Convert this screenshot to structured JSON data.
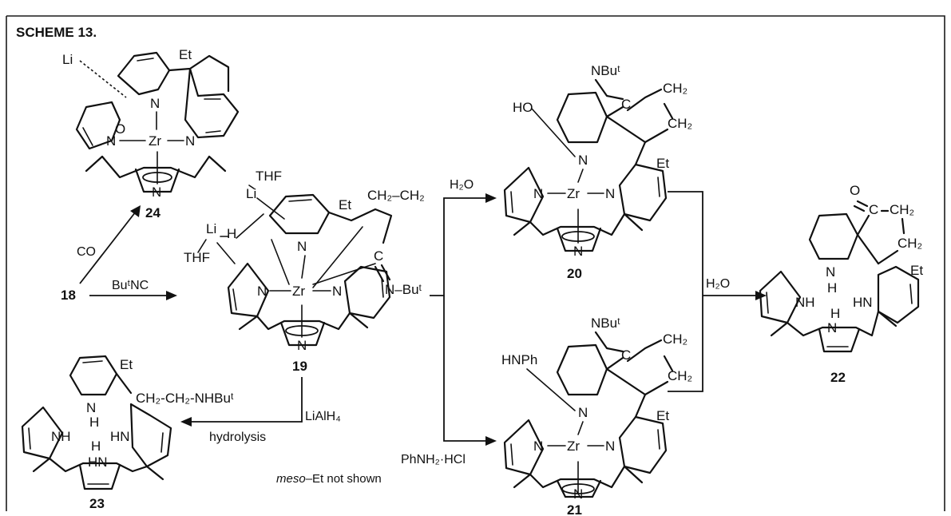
{
  "scheme_title": "SCHEME 13.",
  "compounds": {
    "c18": "18",
    "c19": "19",
    "c20": "20",
    "c21": "21",
    "c22": "22",
    "c23": "23",
    "c24": "24"
  },
  "reagents": {
    "co": "CO",
    "butnc": "BuᵗNC",
    "water_top": "H₂O",
    "water_right": "H₂O",
    "phnh2hcl": "PhNH₂·HCl",
    "lialh4": "LiAlH₄",
    "hydrolysis": "hydrolysis"
  },
  "note": {
    "prefix": "meso",
    "rest": "–Et not shown"
  },
  "atoms": {
    "li": "Li",
    "thf": "THF",
    "h": "H",
    "n": "N",
    "zr": "Zr",
    "o": "O",
    "et": "Et",
    "nh": "NH",
    "hn": "HN",
    "ho": "HO",
    "hnph": "HNPh",
    "c": "C",
    "ch2": "CH₂",
    "nbut": "NBuᵗ",
    "n_but": "N–Buᵗ",
    "ch2ch2": "CH₂–CH₂",
    "side_chain": "CH₂-CH₂-NHBuᵗ"
  }
}
